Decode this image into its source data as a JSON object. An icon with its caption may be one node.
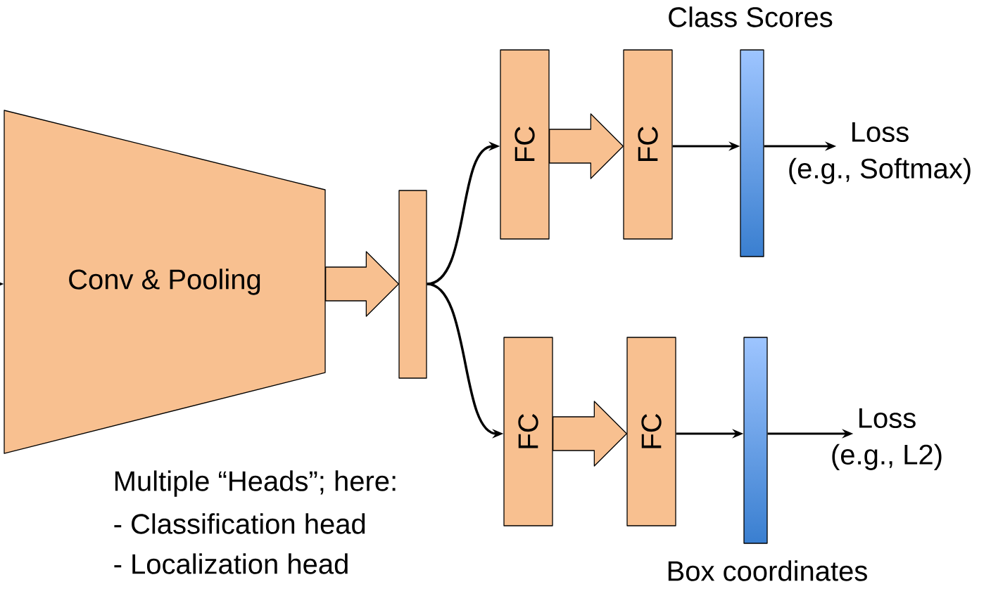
{
  "diagram": {
    "nodes": [
      {
        "text": [
          "Conv & Pooling"
        ]
      },
      {
        "text": [],
        "shape": "bar"
      },
      {
        "text": [
          "FC"
        ]
      },
      {
        "text": [
          "FC"
        ]
      },
      {
        "text": [],
        "shape": "bar",
        "beside": [
          "Class Scores"
        ]
      },
      {
        "text": [
          "Loss",
          "(e.g., Softmax)"
        ]
      },
      {
        "text": [
          "FC"
        ]
      },
      {
        "text": [
          "FC"
        ]
      },
      {
        "text": [],
        "shape": "bar",
        "beside": [
          "Box coordinates"
        ]
      },
      {
        "text": [
          "Loss",
          "(e.g., L2)"
        ]
      }
    ],
    "edges": [
      {
        "from": null,
        "to": 0,
        "arrow": "to"
      },
      {
        "from": 0,
        "to": 1,
        "arrow": "to",
        "style": "thick"
      },
      {
        "from": 1,
        "to": 2,
        "arrow": "to"
      },
      {
        "from": 1,
        "to": 6,
        "arrow": "to"
      },
      {
        "from": 2,
        "to": 3,
        "arrow": "to",
        "style": "thick"
      },
      {
        "from": 3,
        "to": 4,
        "arrow": "to"
      },
      {
        "from": 4,
        "to": 5,
        "arrow": "to"
      },
      {
        "from": 6,
        "to": 7,
        "arrow": "to",
        "style": "thick"
      },
      {
        "from": 7,
        "to": 8,
        "arrow": "to"
      },
      {
        "from": 8,
        "to": 9,
        "arrow": "to"
      }
    ],
    "labels": [
      "Multiple “Heads”; here:",
      "- Classification head",
      "- Localization head"
    ]
  }
}
